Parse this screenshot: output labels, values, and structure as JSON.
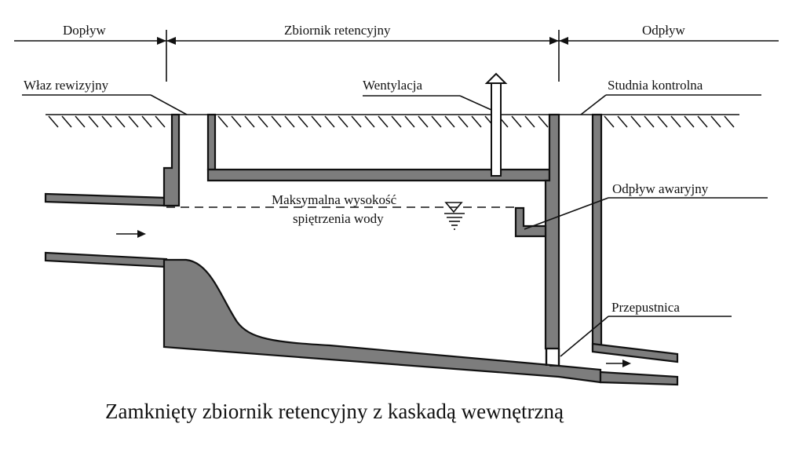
{
  "labels": {
    "inflow": "Dopływ",
    "tank": "Zbiornik retencyjny",
    "outflow": "Odpływ",
    "manhole": "Właz rewizyjny",
    "ventilation": "Wentylacja",
    "control_well": "Studnia kontrolna",
    "max_level_line1": "Maksymalna wysokość",
    "max_level_line2": "spiętrzenia wody",
    "emergency_outflow": "Odpływ awaryjny",
    "throttle": "Przepustnica"
  },
  "caption": "Zamknięty zbiornik retencyjny z kaskadą wewnętrzną",
  "colors": {
    "concrete": "#7d7d7d",
    "line": "#111111"
  }
}
